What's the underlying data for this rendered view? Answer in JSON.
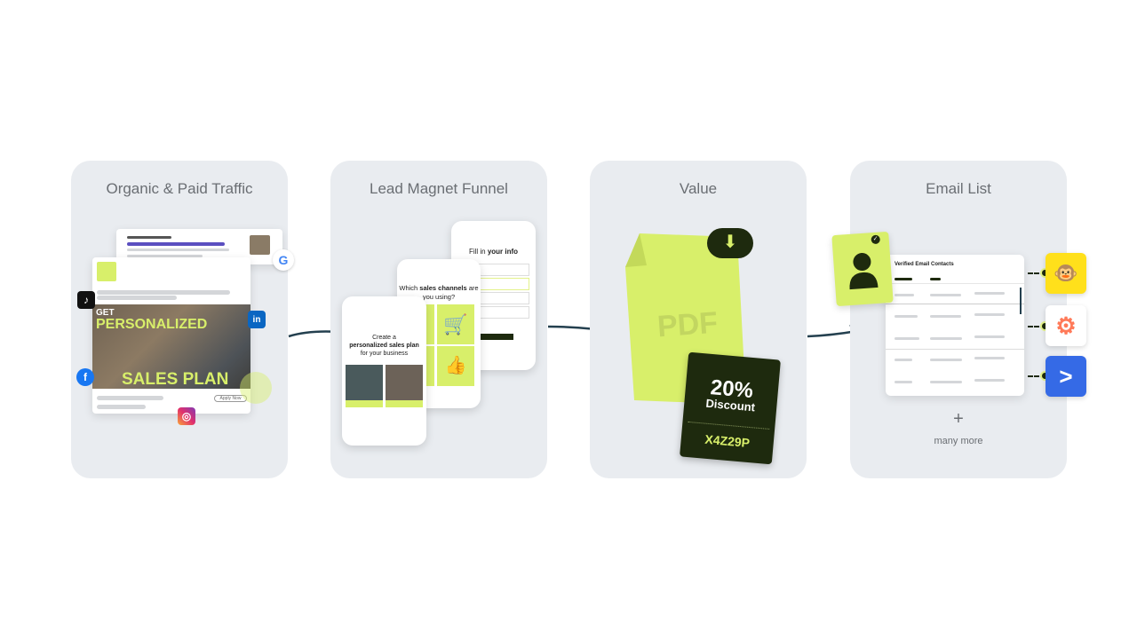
{
  "panels": [
    {
      "title": "Organic & Paid Traffic"
    },
    {
      "title": "Lead Magnet Funnel"
    },
    {
      "title": "Value"
    },
    {
      "title": "Email List"
    }
  ],
  "traffic": {
    "ad_get": "GET",
    "ad_personalized": "PERSONALIZED",
    "ad_sales_plan": "SALES PLAN",
    "apply_button": "Apply Now",
    "social_icons": [
      "google-icon",
      "tiktok-icon",
      "linkedin-icon",
      "facebook-icon",
      "instagram-icon"
    ]
  },
  "funnel": {
    "step1_title_a": "Create a",
    "step1_title_b": "personalized sales plan",
    "step1_title_c": "for your business",
    "step2_title_a": "Which ",
    "step2_title_b": "sales channels",
    "step2_title_c": " are you using?",
    "step3_title_a": "Fill in ",
    "step3_title_b": "your info"
  },
  "value": {
    "file_label": "PDF",
    "discount_percent": "20%",
    "discount_label": "Discount",
    "coupon_code": "X4Z29P"
  },
  "email_list": {
    "table_title": "Verified Email Contacts",
    "plus": "+",
    "many_more": "many more",
    "integrations": [
      "mailchimp",
      "hubspot",
      "activecampaign"
    ]
  },
  "colors": {
    "lime": "#d8ef6a",
    "dark": "#1e2a0e",
    "arrow": "#24404f",
    "panel": "#e9ecf0"
  }
}
